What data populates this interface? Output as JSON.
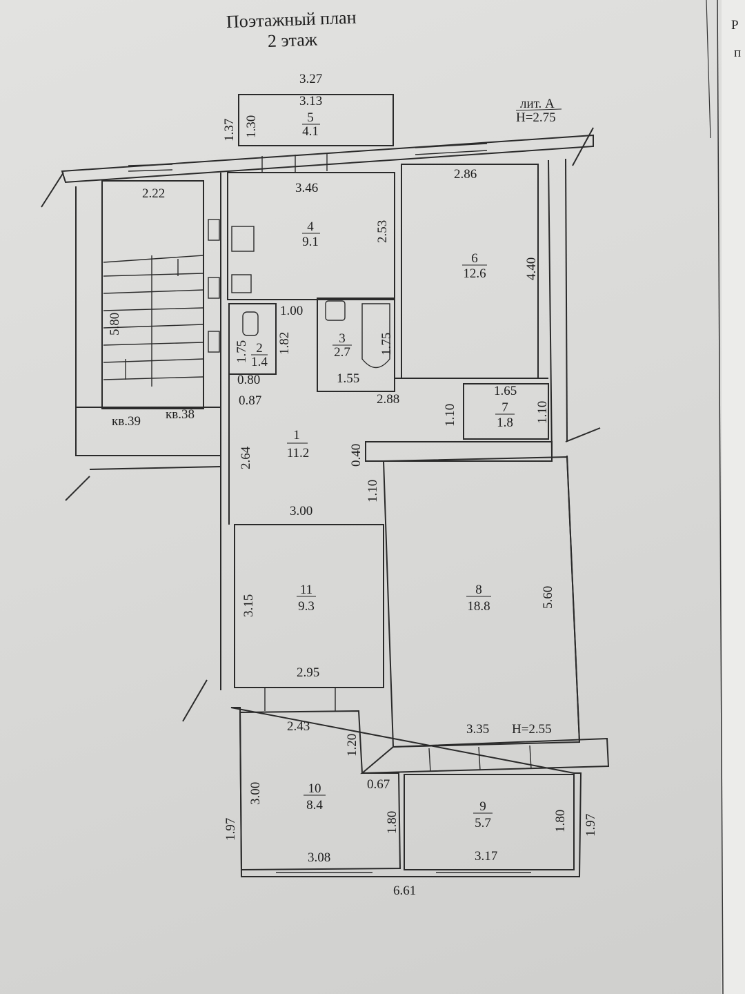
{
  "title": {
    "line1": "Поэтажный план",
    "line2": "2 этаж"
  },
  "liter": {
    "name": "лит. А",
    "height": "H=2.75"
  },
  "height_lower": "H=2.55",
  "neighbors": {
    "left": "кв.39",
    "right": "кв.38"
  },
  "rooms": [
    {
      "number": "1",
      "area": "11.2"
    },
    {
      "number": "2",
      "area": "1.4"
    },
    {
      "number": "3",
      "area": "2.7"
    },
    {
      "number": "4",
      "area": "9.1"
    },
    {
      "number": "5",
      "area": "4.1"
    },
    {
      "number": "6",
      "area": "12.6"
    },
    {
      "number": "7",
      "area": "1.8"
    },
    {
      "number": "8",
      "area": "18.8"
    },
    {
      "number": "9",
      "area": "5.7"
    },
    {
      "number": "10",
      "area": "8.4"
    },
    {
      "number": "11",
      "area": "9.3"
    }
  ],
  "dims": {
    "d327": "3.27",
    "d313": "3.13",
    "d137": "1.37",
    "d130": "1.30",
    "d346": "3.46",
    "d253": "2.53",
    "d286": "2.86",
    "d440": "4.40",
    "d222": "2.22",
    "d580": "5.80",
    "d100": "1.00",
    "d175a": "1.75",
    "d182": "1.82",
    "d080": "0.80",
    "d087": "0.87",
    "d175b": "1.75",
    "d155": "1.55",
    "d288": "2.88",
    "d110a": "1.10",
    "d165": "1.65",
    "d110b": "1.10",
    "d264": "2.64",
    "d040": "0.40",
    "d110c": "1.10",
    "d300": "3.00",
    "d315": "3.15",
    "d295": "2.95",
    "d560": "5.60",
    "d335": "3.35",
    "d243": "2.43",
    "d120": "1.20",
    "d067": "0.67",
    "d300b": "3.00",
    "d197a": "1.97",
    "d180a": "1.80",
    "d180b": "1.80",
    "d197b": "1.97",
    "d308": "3.08",
    "d317": "3.17",
    "d661": "6.61"
  },
  "next_sheet": {
    "line1": "Р",
    "line2": "п"
  }
}
